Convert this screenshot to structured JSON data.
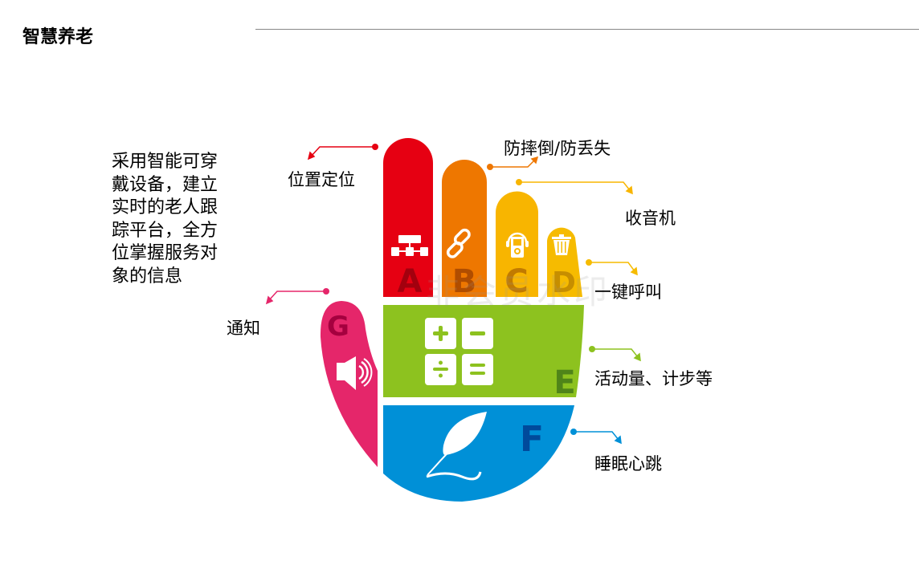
{
  "title": "智慧养老",
  "description_lines": [
    "采用智能可穿",
    "戴设备，建立",
    "实时的老人跟",
    "踪平台，全方",
    "位掌握服务对",
    "象的信息"
  ],
  "segments": {
    "A": {
      "letter": "A",
      "label": "位置定位",
      "color": "#e60012",
      "icon": "sitemap-icon"
    },
    "B": {
      "letter": "B",
      "label": "防摔倒/防丢失",
      "color": "#ee7700",
      "icon": "link-icon"
    },
    "C": {
      "letter": "C",
      "label": "收音机",
      "color": "#f8b500",
      "icon": "music-player-icon"
    },
    "D": {
      "letter": "D",
      "label": "一键呼叫",
      "color": "#f6bb00",
      "icon": "trash-icon"
    },
    "E": {
      "letter": "E",
      "label": "活动量、计步等",
      "color": "#8dc21f",
      "icon": "calculator-icon"
    },
    "F": {
      "letter": "F",
      "label": "睡眠心跳",
      "color": "#0090d7",
      "icon": "feather-icon"
    },
    "G": {
      "letter": "G",
      "label": "通知",
      "color": "#e5266a",
      "icon": "speaker-icon"
    }
  },
  "watermark": "非会员水印"
}
